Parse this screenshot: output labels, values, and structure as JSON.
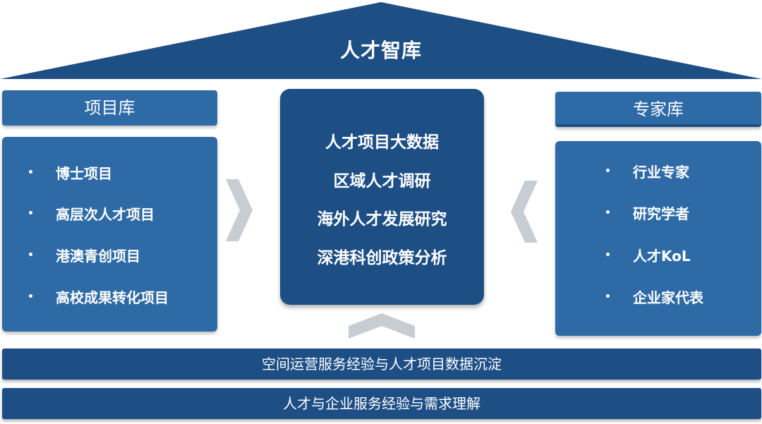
{
  "roof": {
    "title": "人才智库"
  },
  "left": {
    "header": "项目库",
    "items": [
      "博士项目",
      "高层次人才项目",
      "港澳青创项目",
      "高校成果转化项目"
    ]
  },
  "center": {
    "items": [
      "人才项目大数据",
      "区域人才调研",
      "海外人才发展研究",
      "深港科创政策分析"
    ]
  },
  "right": {
    "header": "专家库",
    "items": [
      "行业专家",
      "研究学者",
      "人才KoL",
      "企业家代表"
    ]
  },
  "foundation": {
    "bar1": "空间运营服务经验与人才项目数据沉淀",
    "bar2": "人才与企业服务经验与需求理解"
  },
  "colors": {
    "dark_blue": "#1d4f85",
    "mid_blue": "#2e6aa6",
    "arrow_gray": "#c8cdd3"
  }
}
